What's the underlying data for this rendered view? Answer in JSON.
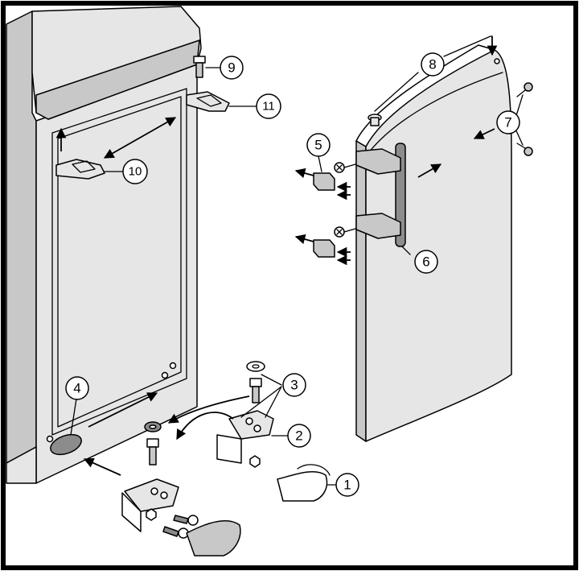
{
  "diagram": {
    "labels": [
      {
        "id": "callout-1",
        "text": "1"
      },
      {
        "id": "callout-2",
        "text": "2"
      },
      {
        "id": "callout-3",
        "text": "3"
      },
      {
        "id": "callout-4",
        "text": "4"
      },
      {
        "id": "callout-5",
        "text": "5"
      },
      {
        "id": "callout-6",
        "text": "6"
      },
      {
        "id": "callout-7",
        "text": "7"
      },
      {
        "id": "callout-8",
        "text": "8"
      },
      {
        "id": "callout-9",
        "text": "9"
      },
      {
        "id": "callout-10",
        "text": "10"
      },
      {
        "id": "callout-11",
        "text": "11"
      }
    ]
  }
}
